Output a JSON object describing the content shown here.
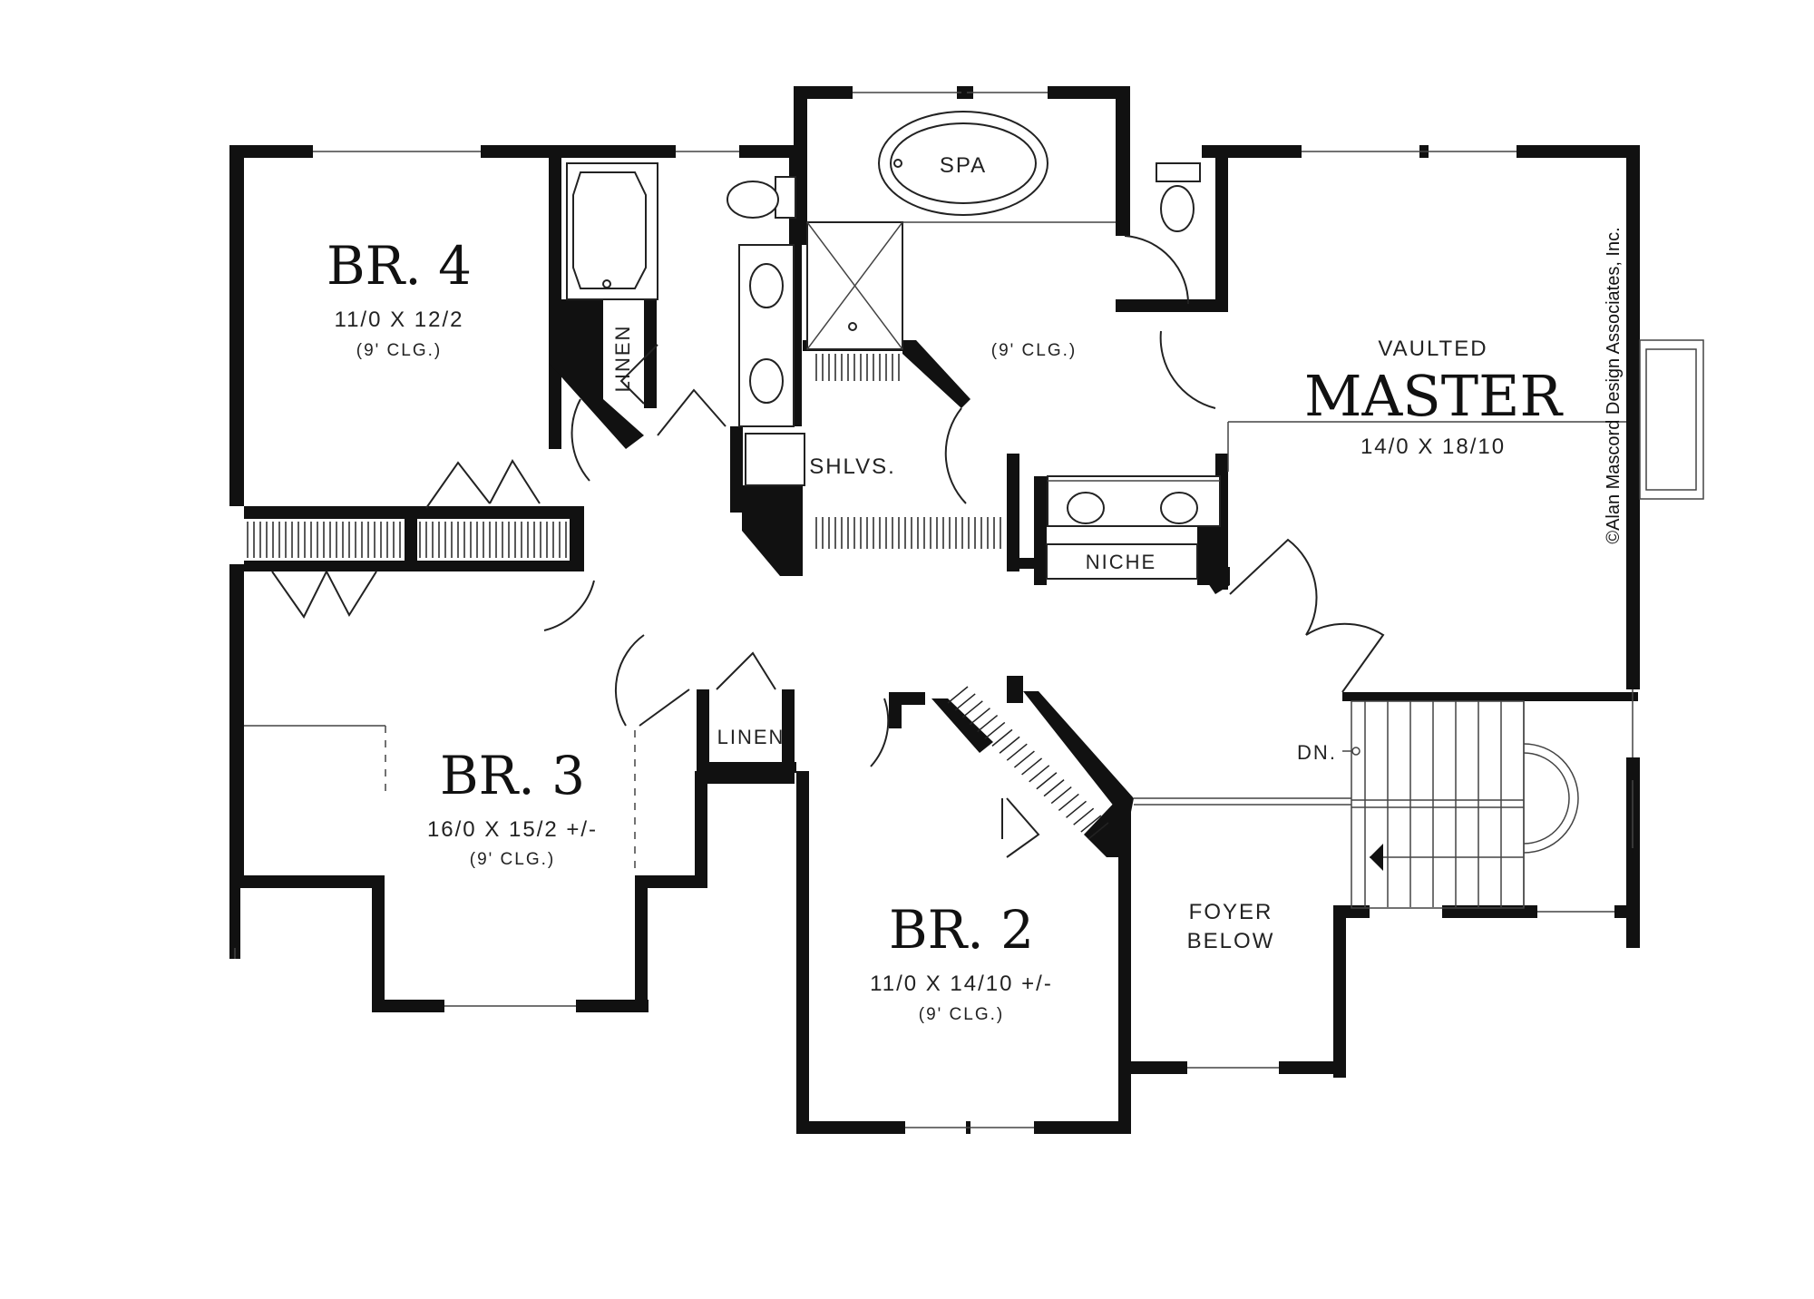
{
  "rooms": {
    "br4": {
      "title": "BR. 4",
      "dims": "11/0 X 12/2",
      "clg": "(9' CLG.)"
    },
    "br3": {
      "title": "BR. 3",
      "dims": "16/0 X 15/2 +/-",
      "clg": "(9' CLG.)"
    },
    "br2": {
      "title": "BR. 2",
      "dims": "11/0 X 14/10 +/-",
      "clg": "(9' CLG.)"
    },
    "master": {
      "prefix": "VAULTED",
      "title": "MASTER",
      "dims": "14/0 X 18/10"
    },
    "master_bath": {
      "clg": "(9' CLG.)"
    },
    "foyer": {
      "line1": "FOYER",
      "line2": "BELOW"
    }
  },
  "labels": {
    "spa": "SPA",
    "linen_upper": "LINEN",
    "linen_lower": "LINEN",
    "shelves": "SHLVS.",
    "niche": "NICHE",
    "stairs_down": "DN."
  },
  "copyright": "©Alan Mascord Design Associates, Inc."
}
